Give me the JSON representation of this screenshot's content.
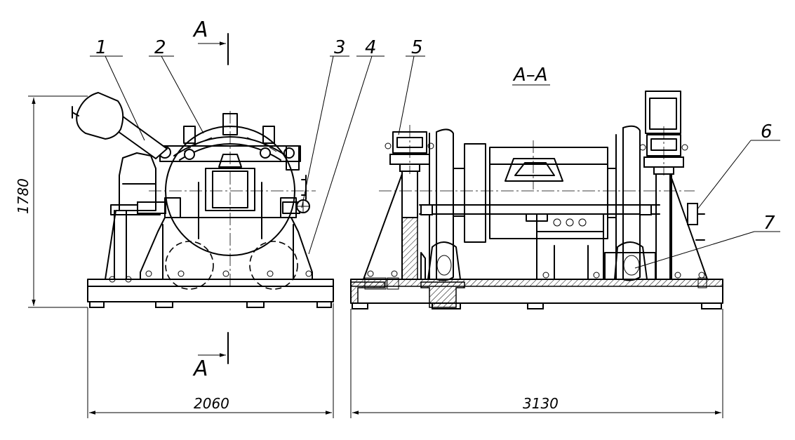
{
  "callouts": [
    {
      "label": "1"
    },
    {
      "label": "2"
    },
    {
      "label": "3"
    },
    {
      "label": "4"
    },
    {
      "label": "5"
    },
    {
      "label": "6"
    },
    {
      "label": "7"
    }
  ],
  "section": {
    "marker": "A",
    "view_title": "A–A"
  },
  "dimensions": {
    "height": "1780",
    "width_front": "2060",
    "length_side": "3130"
  }
}
